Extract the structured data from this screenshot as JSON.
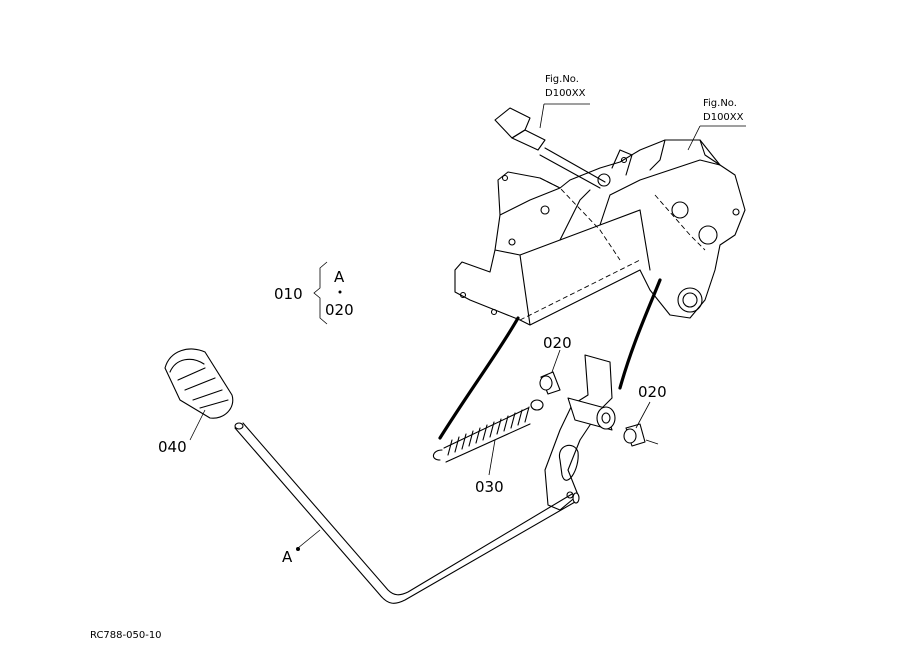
{
  "diagram": {
    "code": "RC788-050-10",
    "fig_refs": [
      {
        "line1": "Fig.No.",
        "line2": "D100XX"
      },
      {
        "line1": "Fig.No.",
        "line2": "D100XX"
      }
    ],
    "group": {
      "part": "010",
      "top": "A",
      "bottom": "020"
    },
    "callouts": {
      "bushing_upper": "020",
      "bushing_right": "020",
      "spring": "030",
      "knob": "040",
      "rod": "A"
    }
  }
}
